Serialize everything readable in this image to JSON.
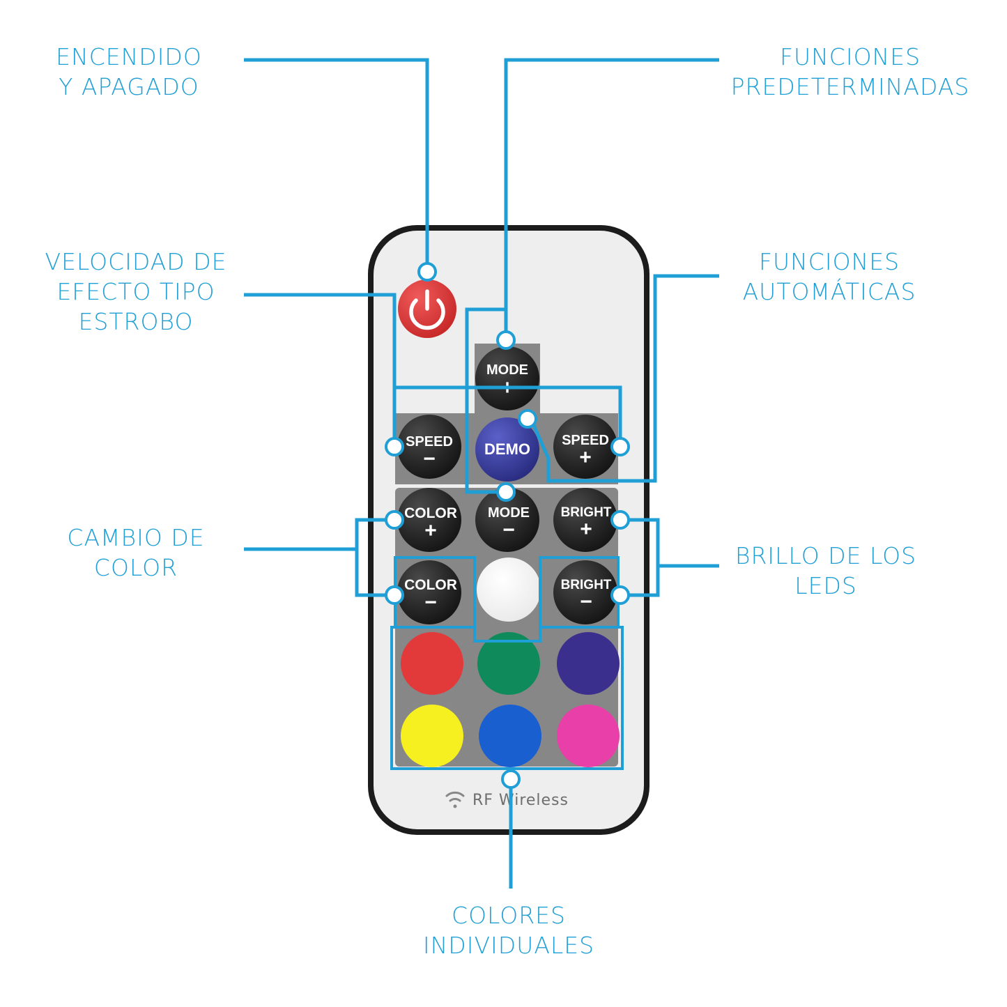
{
  "labels": {
    "power": [
      "ENCENDIDO",
      "Y APAGADO"
    ],
    "presets": [
      "FUNCIONES",
      "PREDETERMINADAS"
    ],
    "speed": [
      "VELOCIDAD DE",
      "EFECTO TIPO",
      "ESTROBO"
    ],
    "auto": [
      "FUNCIONES",
      "AUTOMÁTICAS"
    ],
    "color_change": [
      "CAMBIO DE",
      "COLOR"
    ],
    "brightness": [
      "BRILLO DE LOS",
      "LEDS"
    ],
    "individual": [
      "COLORES",
      "INDIVIDUALES"
    ]
  },
  "buttons": {
    "mode_plus": [
      "MODE",
      "+"
    ],
    "speed_minus": [
      "SPEED",
      "−"
    ],
    "demo": "DEMO",
    "speed_plus": [
      "SPEED",
      "+"
    ],
    "color_plus": [
      "COLOR",
      "+"
    ],
    "mode_minus": [
      "MODE",
      "−"
    ],
    "bright_plus": [
      "BRIGHT",
      "+"
    ],
    "color_minus": [
      "COLOR",
      "−"
    ],
    "bright_minus": [
      "BRIGHT",
      "−"
    ]
  },
  "footer": "RF Wireless",
  "colors": {
    "accent": "#1f9fd6",
    "power": "#e23a3a",
    "demo": "#3a3f9e",
    "white": "#ffffff",
    "red": "#e23a3a",
    "green": "#0f8a5a",
    "violet": "#3b2f8e",
    "yellow": "#f6f021",
    "blue": "#1a5fd0",
    "pink": "#e840a8"
  }
}
